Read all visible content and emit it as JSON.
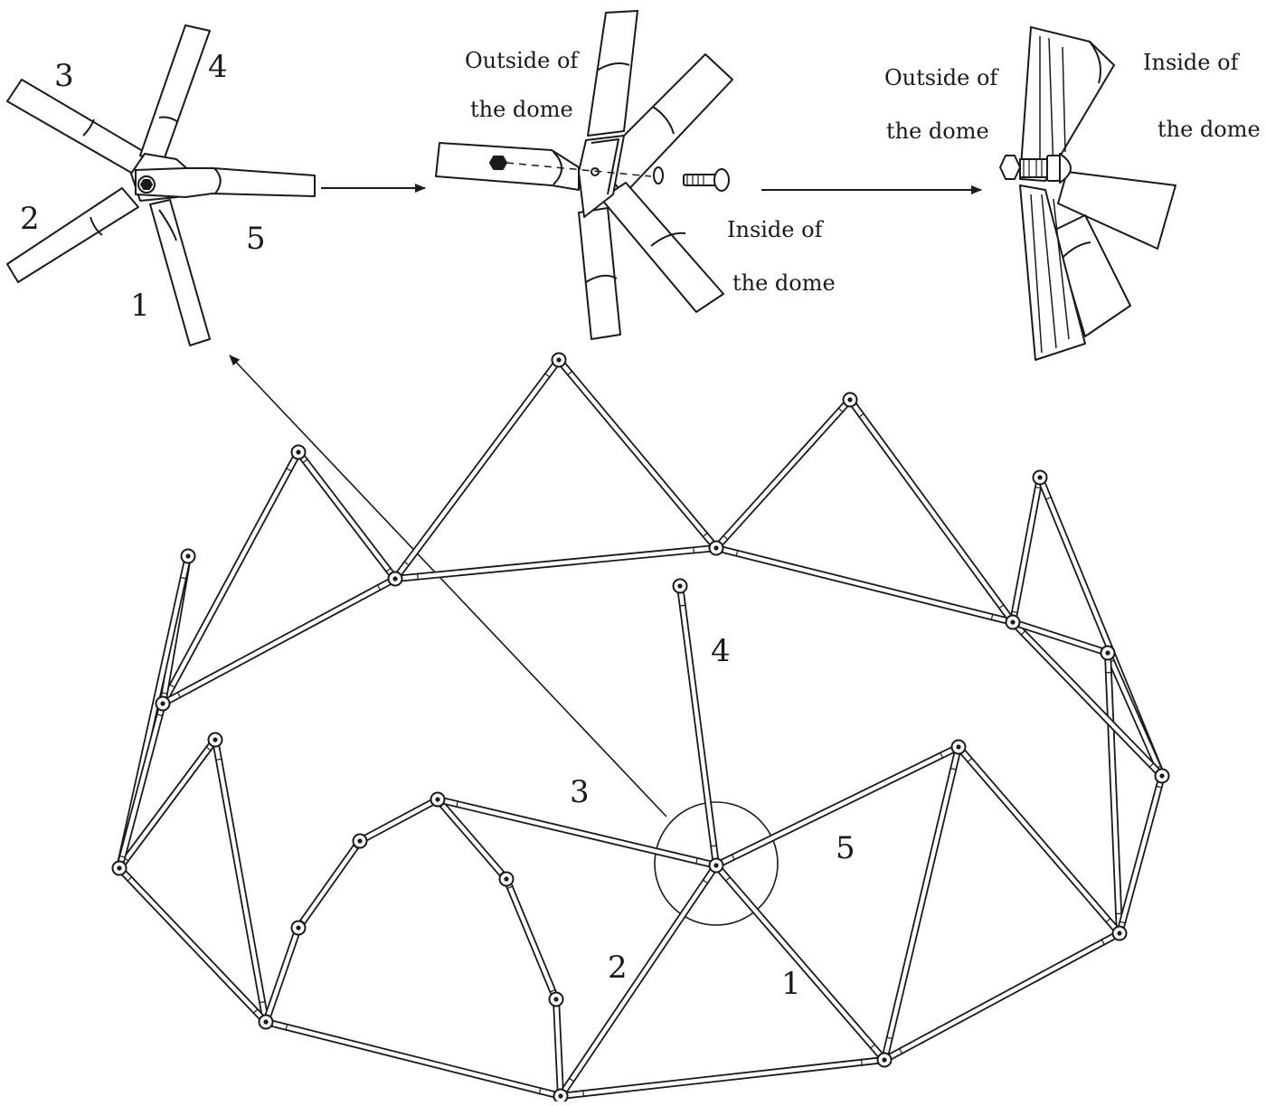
{
  "colors": {
    "stroke": "#1a1a1a",
    "background": "#ffffff",
    "tube_fill": "#ffffff"
  },
  "step1": {
    "strut_labels": {
      "s1": "1",
      "s2": "2",
      "s3": "3",
      "s4": "4",
      "s5": "5"
    }
  },
  "step2": {
    "outside_line1": "Outside of",
    "outside_line2": "the dome",
    "inside_line1": "Inside of",
    "inside_line2": "the dome"
  },
  "step3": {
    "outside_line1": "Outside of",
    "outside_line2": "the dome",
    "inside_line1": "Inside of",
    "inside_line2": "the dome"
  },
  "dome": {
    "strut_labels": {
      "s1": "1",
      "s2": "2",
      "s3": "3",
      "s4": "4",
      "s5": "5"
    }
  }
}
